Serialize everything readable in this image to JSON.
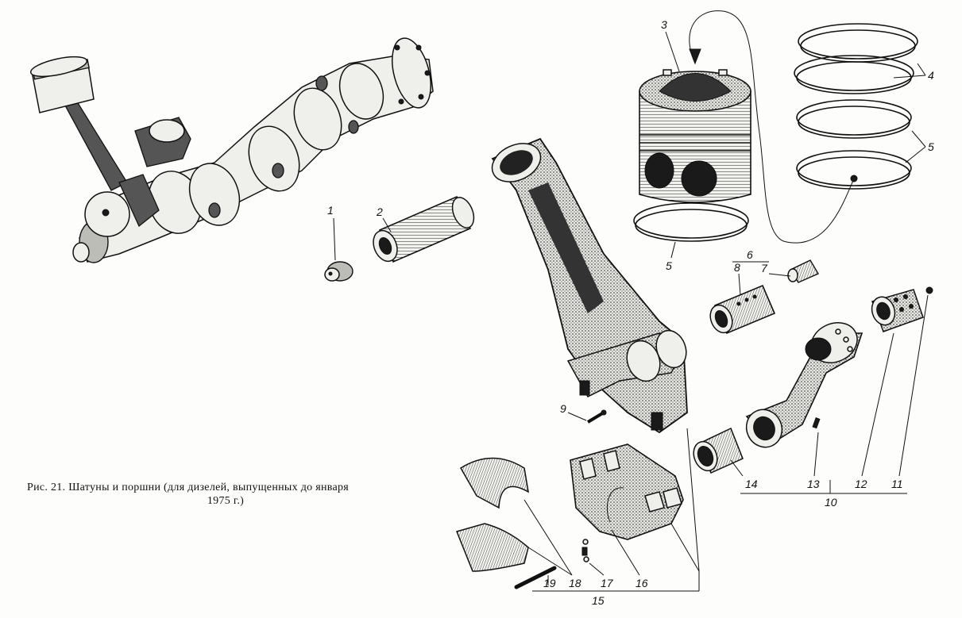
{
  "caption": {
    "line1": "Рис. 21. Шатуны и поршни (для дизелей, выпущенных до января",
    "line2": "1975 г.)"
  },
  "callouts": {
    "c1": "1",
    "c2": "2",
    "c3": "3",
    "c4": "4",
    "c5a": "5",
    "c5b": "5",
    "c6": "6",
    "c7": "7",
    "c8": "8",
    "c9": "9",
    "c10": "10",
    "c11": "11",
    "c12": "12",
    "c13": "13",
    "c14": "14",
    "c15": "15",
    "c16": "16",
    "c17": "17",
    "c18": "18",
    "c19": "19"
  }
}
